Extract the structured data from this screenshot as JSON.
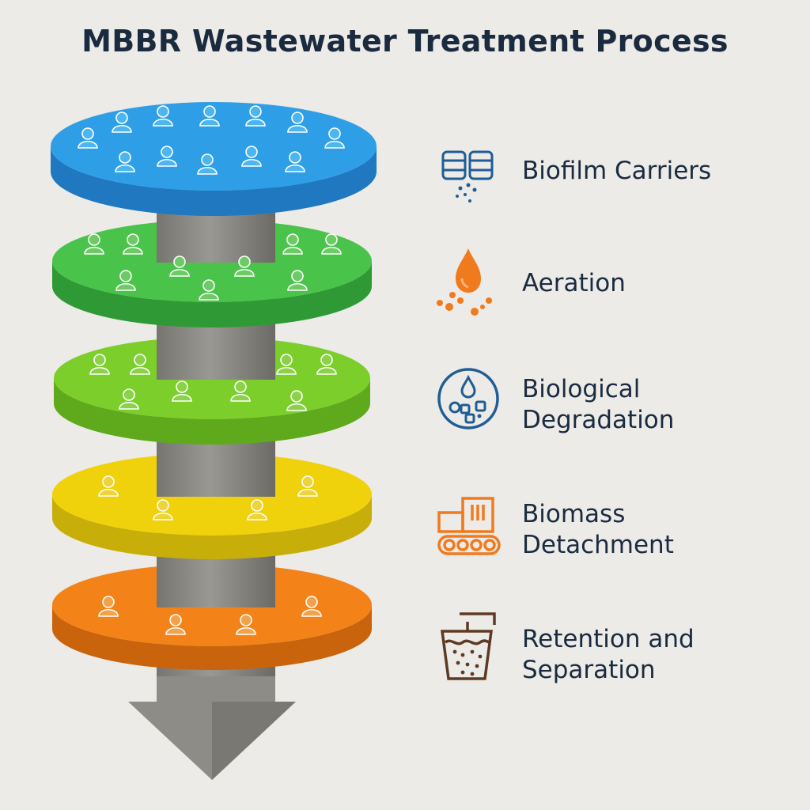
{
  "title": "MBBR Wastewater Treatment Process",
  "colors": {
    "background": "#ecebe8",
    "text": "#1b2b3f",
    "disc_1": "#2e9fe6",
    "disc_2": "#49c34a",
    "disc_3": "#7ccf2a",
    "disc_4": "#f0d20c",
    "disc_5": "#f38318",
    "column": "#8e8c87",
    "icon_blue": "#1f5d93",
    "icon_orange": "#f07a1e",
    "icon_brown": "#5e3a22"
  },
  "steps": [
    {
      "label": "Biofilm Carriers",
      "icon": "biofilm-carriers-icon"
    },
    {
      "label": "Aeration",
      "icon": "aeration-drop-icon"
    },
    {
      "label": "Biological Degradation",
      "icon": "biological-degradation-icon"
    },
    {
      "label": "Biomass Detachment",
      "icon": "biomass-detachment-icon"
    },
    {
      "label": "Retention and Separation",
      "icon": "retention-separation-icon"
    }
  ]
}
